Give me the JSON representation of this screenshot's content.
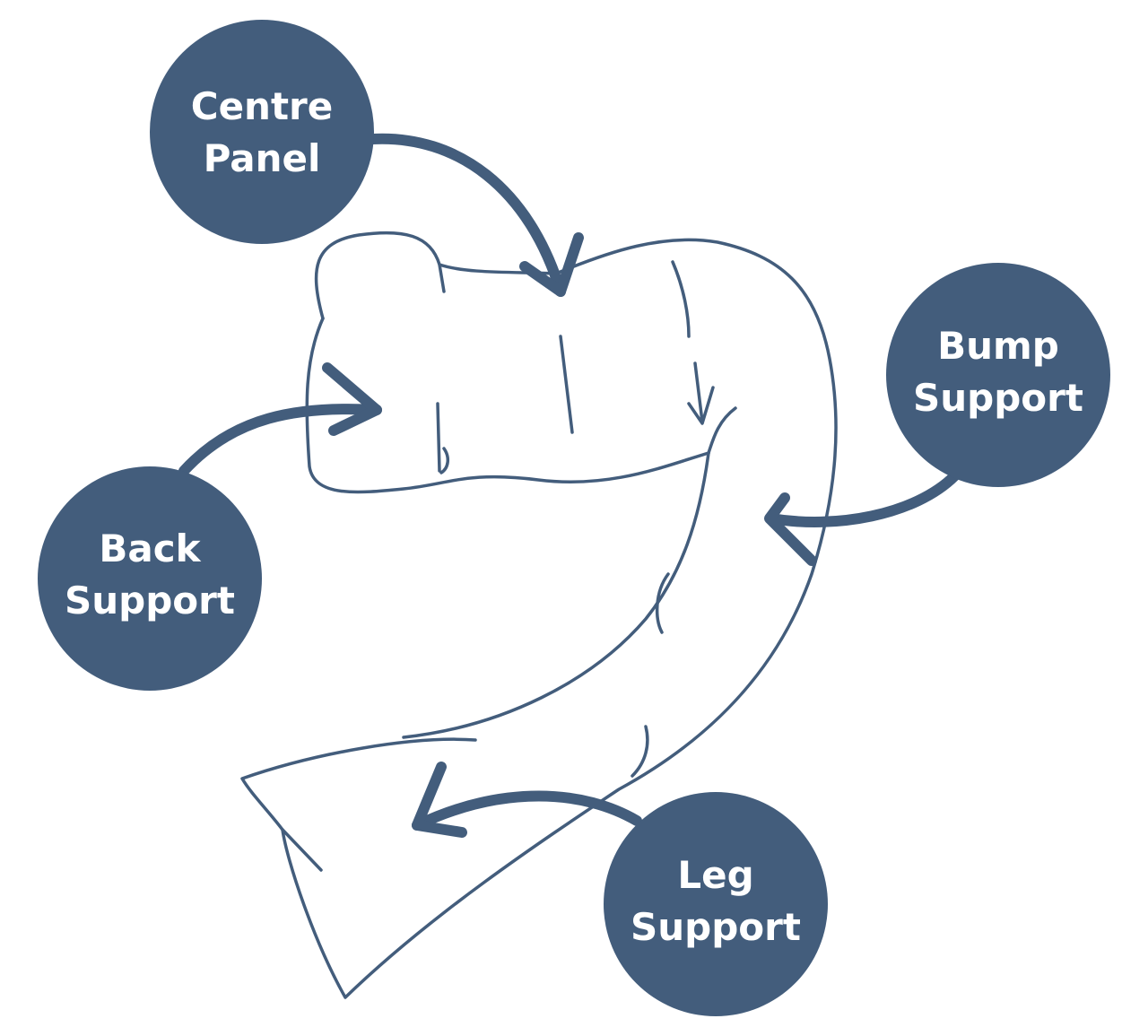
{
  "title": "Pregnancy pillow parts diagram",
  "colors": {
    "accent": "#435d7c",
    "background": "#ffffff"
  },
  "labels": {
    "centre_panel": [
      "Centre",
      "Panel"
    ],
    "bump_support": [
      "Bump",
      "Support"
    ],
    "back_support": [
      "Back",
      "Support"
    ],
    "leg_support": [
      "Leg",
      "Support"
    ]
  }
}
